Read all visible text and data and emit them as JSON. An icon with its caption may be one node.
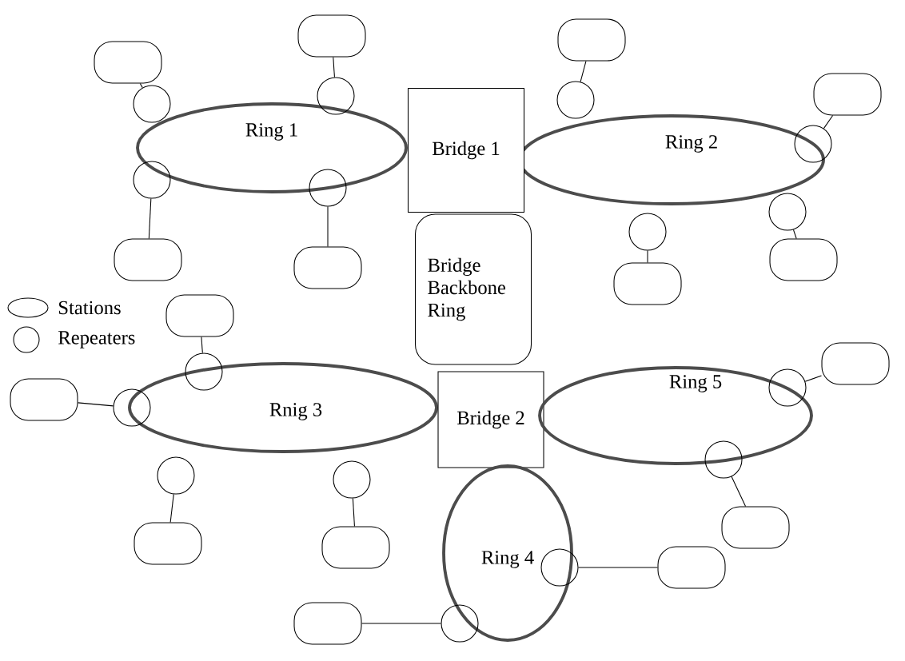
{
  "diagram": {
    "nodes": [
      {
        "text": [
          "Ring 1"
        ]
      },
      {
        "text": [
          "Ring 2"
        ]
      },
      {
        "text": [
          "Bridge 1"
        ]
      },
      {
        "text": [
          "Bridge Backbone Ring"
        ]
      },
      {
        "text": [
          "Rnig 3"
        ]
      },
      {
        "text": [
          "Bridge 2"
        ]
      },
      {
        "text": [
          "Ring 5"
        ]
      },
      {
        "text": [
          "Ring 4"
        ]
      },
      {
        "text": [],
        "shape": "circle"
      },
      {
        "text": [],
        "shape": "circle"
      },
      {
        "text": [],
        "shape": "circle"
      },
      {
        "text": [],
        "shape": "circle"
      },
      {
        "text": [],
        "shape": "circle"
      },
      {
        "text": [],
        "shape": "circle"
      },
      {
        "text": [],
        "shape": "circle"
      },
      {
        "text": [],
        "shape": "circle"
      },
      {
        "text": [],
        "shape": "circle"
      },
      {
        "text": [],
        "shape": "circle"
      },
      {
        "text": [],
        "shape": "circle"
      },
      {
        "text": [],
        "shape": "circle"
      },
      {
        "text": [],
        "shape": "circle"
      },
      {
        "text": [],
        "shape": "circle"
      },
      {
        "text": [],
        "shape": "circle"
      },
      {
        "text": [],
        "shape": "circle"
      },
      {
        "text": [],
        "shape": "box"
      },
      {
        "text": [],
        "shape": "box"
      },
      {
        "text": [],
        "shape": "box"
      },
      {
        "text": [],
        "shape": "box"
      },
      {
        "text": [],
        "shape": "box"
      },
      {
        "text": [],
        "shape": "box"
      },
      {
        "text": [],
        "shape": "box"
      },
      {
        "text": [],
        "shape": "box"
      },
      {
        "text": [],
        "shape": "box"
      },
      {
        "text": [],
        "shape": "box"
      },
      {
        "text": [],
        "shape": "box"
      },
      {
        "text": [],
        "shape": "box"
      },
      {
        "text": [],
        "shape": "box"
      },
      {
        "text": [],
        "shape": "box"
      },
      {
        "text": [],
        "shape": "box"
      },
      {
        "text": [],
        "shape": "box"
      }
    ],
    "edges": [
      {
        "from": 24,
        "to": 8,
        "arrow": "none"
      },
      {
        "from": 25,
        "to": 9,
        "arrow": "none"
      },
      {
        "from": 26,
        "to": 10,
        "arrow": "none"
      },
      {
        "from": 27,
        "to": 11,
        "arrow": "none"
      },
      {
        "from": 28,
        "to": 12,
        "arrow": "none"
      },
      {
        "from": 29,
        "to": 13,
        "arrow": "none"
      },
      {
        "from": 30,
        "to": 14,
        "arrow": "none"
      },
      {
        "from": 31,
        "to": 15,
        "arrow": "none"
      },
      {
        "from": 32,
        "to": 16,
        "arrow": "none"
      },
      {
        "from": 33,
        "to": 17,
        "arrow": "none"
      },
      {
        "from": 34,
        "to": 18,
        "arrow": "none"
      },
      {
        "from": 35,
        "to": 19,
        "arrow": "none"
      },
      {
        "from": 36,
        "to": 20,
        "arrow": "none"
      },
      {
        "from": 37,
        "to": 21,
        "arrow": "none"
      },
      {
        "from": 38,
        "to": 22,
        "arrow": "none"
      },
      {
        "from": 39,
        "to": 23,
        "arrow": "none"
      }
    ],
    "legend": [
      {
        "text": "Stations"
      },
      {
        "text": "Repeaters"
      }
    ]
  }
}
